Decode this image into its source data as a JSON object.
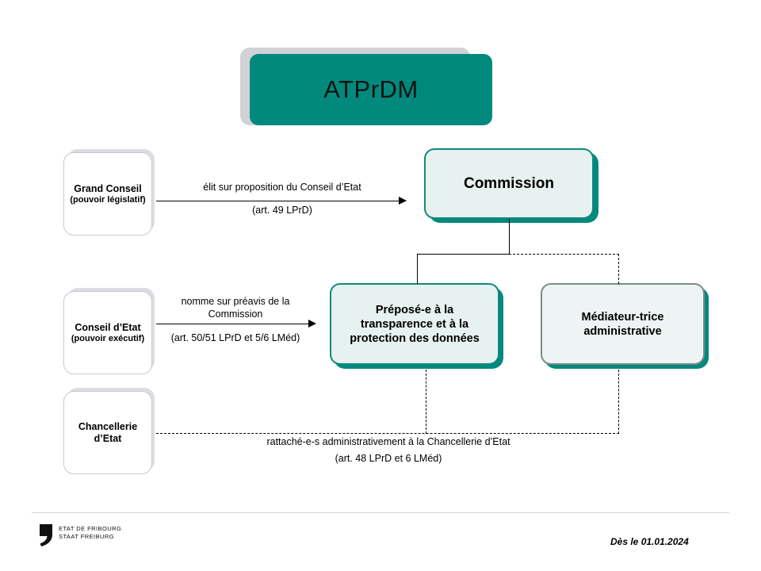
{
  "diagram": {
    "title_box": {
      "label": "ATPrDM"
    },
    "nodes": {
      "grand_conseil": {
        "name": "Grand Conseil",
        "qualifier": "(pouvoir législatif)"
      },
      "conseil_etat": {
        "name": "Conseil d’Etat",
        "qualifier": "(pouvoir exécutif)"
      },
      "chancellerie": {
        "name_line1": "Chancellerie",
        "name_line2": "d’Etat"
      },
      "commission": {
        "label": "Commission"
      },
      "prepose": {
        "line1": "Préposé-e à la",
        "line2": "transparence et à la",
        "line3": "protection des données"
      },
      "mediateur": {
        "line1": "Médiateur-trice",
        "line2": "administrative"
      }
    },
    "connectors": {
      "elit": {
        "above": "élit sur proposition du Conseil d’Etat",
        "below": "(art. 49 LPrD)"
      },
      "nomme": {
        "above_line1": "nomme sur préavis de la",
        "above_line2": "Commission",
        "below": "(art. 50/51 LPrD et 5/6 LMéd)"
      },
      "rattachement": {
        "line1": "rattaché-e-s administrativement  à la Chancellerie d’Etat",
        "line2": "(art. 48 LPrD et 6 LMéd)"
      }
    },
    "colors": {
      "teal": "#00897c",
      "teal_border": "#0f8a7e",
      "pale_teal_fill": "#e7f1ef",
      "gray_border": "#7d8b8b",
      "shadow_gray": "#d2d2d6"
    }
  },
  "footer": {
    "logo": {
      "line1": "ETAT DE FRIBOURG",
      "line2": "STAAT FREIBURG"
    },
    "date": "Dès le 01.01.2024"
  }
}
